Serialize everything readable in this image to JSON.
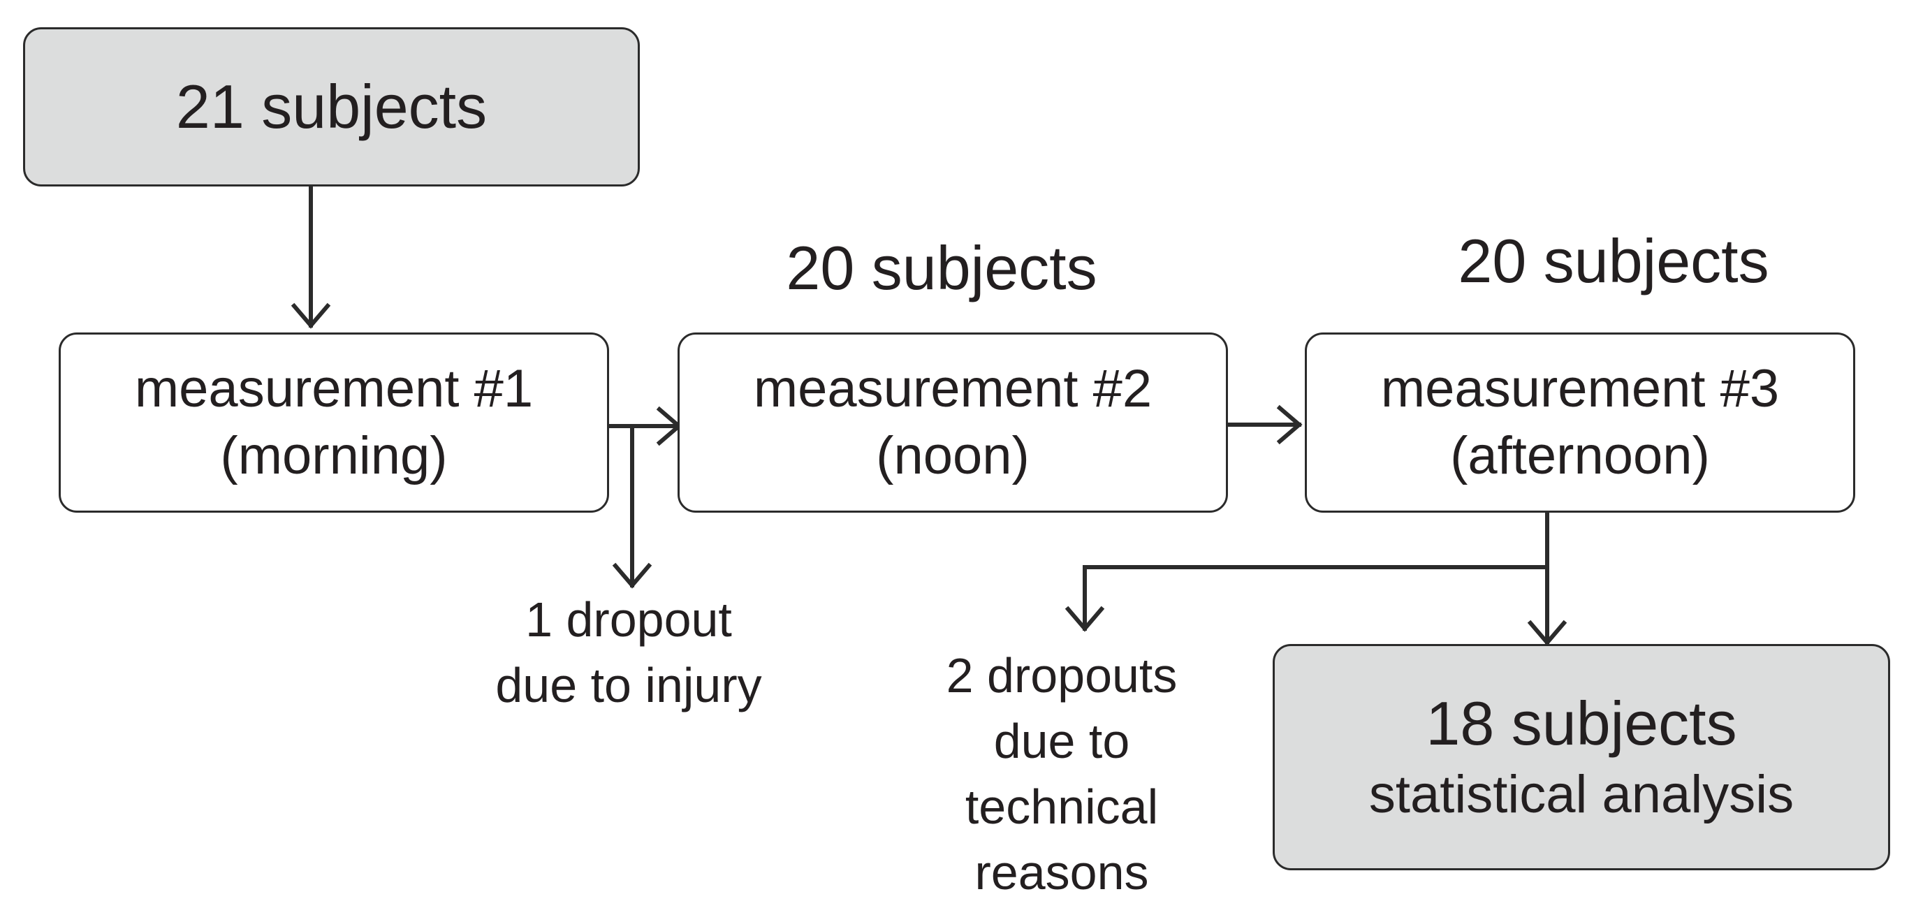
{
  "diagram": {
    "start": {
      "text": "21 subjects"
    },
    "measurements": [
      {
        "title": "measurement #1",
        "time": "(morning)"
      },
      {
        "title": "measurement #2",
        "time": "(noon)"
      },
      {
        "title": "measurement #3",
        "time": "(afternoon)"
      }
    ],
    "counts": [
      {
        "text": "20 subjects"
      },
      {
        "text": "20 subjects"
      }
    ],
    "dropouts": [
      {
        "lines": [
          "1 dropout",
          "due to injury"
        ]
      },
      {
        "lines": [
          "2 dropouts",
          "due to",
          "technical",
          "reasons"
        ]
      }
    ],
    "final": {
      "count": "18 subjects",
      "note": "statistical analysis"
    },
    "colors": {
      "shaded_box": "#dcdddd",
      "stroke": "#2b2b2b",
      "text": "#231f20"
    }
  }
}
